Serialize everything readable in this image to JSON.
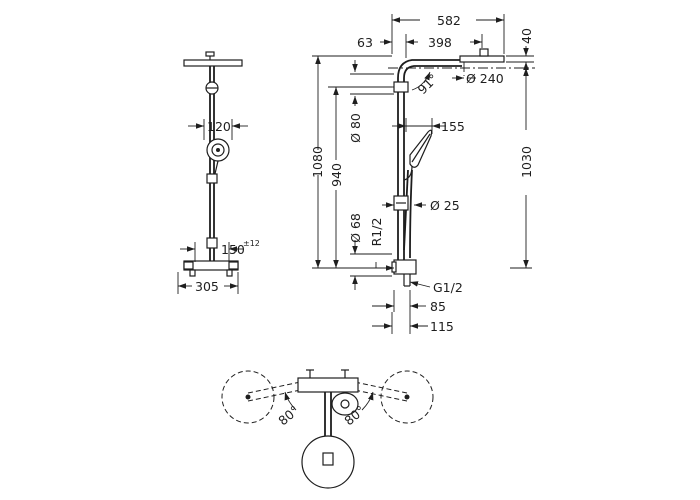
{
  "front_view": {
    "dims": {
      "width_120": "120",
      "height_150": "150",
      "tolerance_150": "±12",
      "width_305": "305"
    }
  },
  "side_view": {
    "dims": {
      "d582": "582",
      "d40": "40",
      "d63": "63",
      "d398": "398",
      "angle_91": "91°",
      "dia_240": "Ø 240",
      "d1080": "1080",
      "d940": "940",
      "dia_80": "Ø 80",
      "d155": "155",
      "d1030": "1030",
      "dia_25": "Ø 25",
      "dia_68": "Ø 68",
      "thread_r12": "R1/2",
      "thread_g12": "G1/2",
      "d85": "85",
      "d115": "115"
    }
  },
  "top_view": {
    "dims": {
      "angle_left": "80°",
      "angle_right": "80°"
    }
  }
}
